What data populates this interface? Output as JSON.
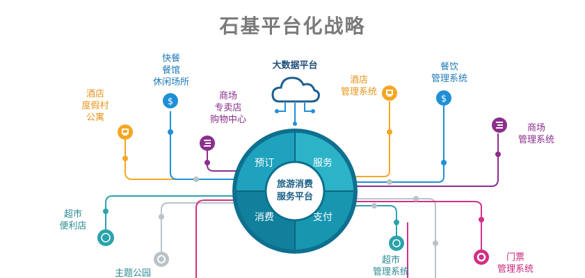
{
  "title": "石基平台化战略",
  "cloud_label": "大数据平台",
  "center": {
    "line1": "旅游消费",
    "line2": "服务平台"
  },
  "segments": {
    "tl": "预订",
    "tr": "服务",
    "bl": "消费",
    "br": "支付"
  },
  "nodes": {
    "hotel_resort": "酒店\n度假村\n公寓",
    "fastfood": "快餐\n餐馆\n休闲场所",
    "mall": "商场\n专卖店\n购物中心",
    "hotel_mgmt": "酒店\n管理系统",
    "dining_mgmt": "餐饮\n管理系统",
    "mall_mgmt": "商场\n管理系统",
    "supermarket": "超市\n便利店",
    "theme_park": "主题公园",
    "supermarket_mgmt": "超市\n管理系统",
    "ticket_mgmt": "门票\n管理系统"
  },
  "colors": {
    "orange": "#f5a623",
    "blue": "#1f8fd6",
    "purple": "#8b2e8c",
    "teal": "#2aa3ab",
    "pink": "#d22f86",
    "gray": "#b9c2c7",
    "hub_dark": "#0e6f8f",
    "hub_light": "#2cb3c8"
  }
}
